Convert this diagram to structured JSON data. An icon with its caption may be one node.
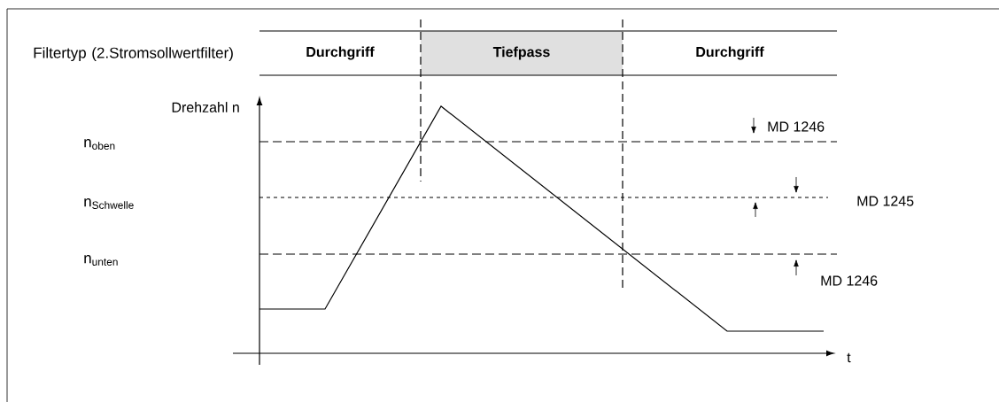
{
  "diagram": {
    "nodes": [
      {
        "text": [
          "Durchgriff"
        ]
      },
      {
        "text": [
          "Tiefpass"
        ]
      },
      {
        "text": [
          "Durchgriff"
        ]
      }
    ],
    "labels": [
      "Filtertyp (2.Stromsollwertfilter)",
      "Drehzahl n",
      "n$_{oben}$",
      "MD 1246",
      "n$_{Schwelle}$",
      "MD 1245",
      "n$_{unten}$",
      "MD 1246",
      "t"
    ]
  }
}
